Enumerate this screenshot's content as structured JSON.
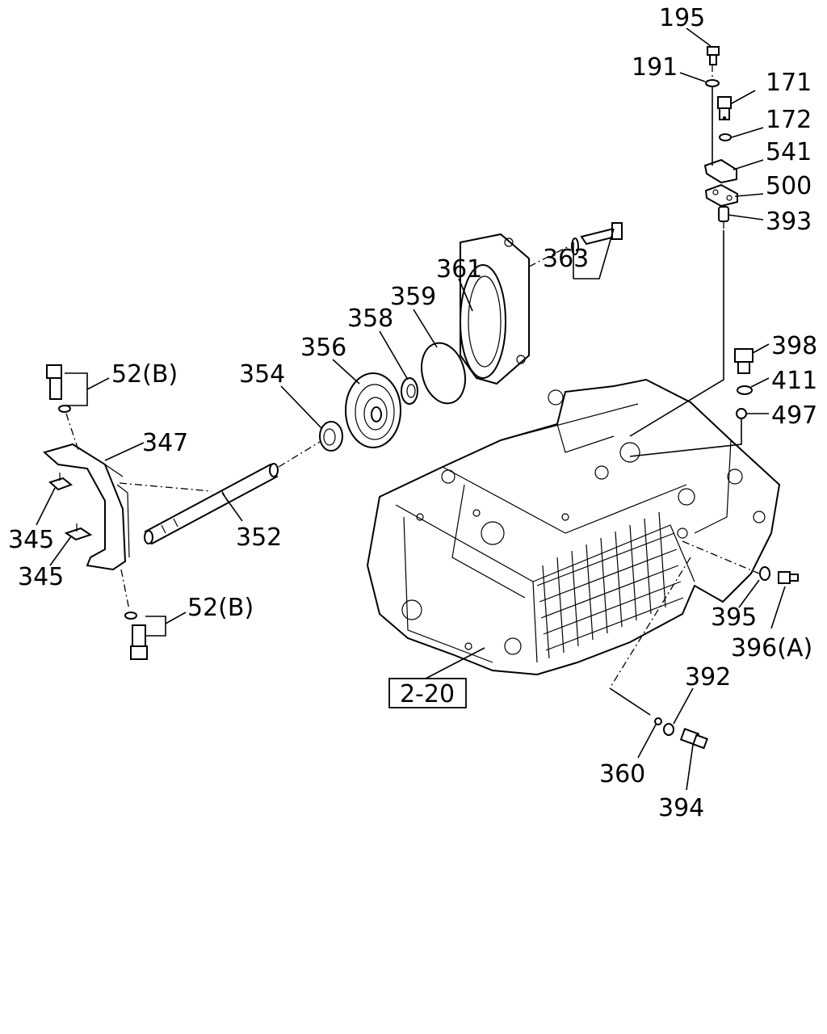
{
  "reference_box": "2-20",
  "labels": {
    "l195": "195",
    "l191": "191",
    "l171": "171",
    "l172": "172",
    "l541": "541",
    "l500": "500",
    "l393": "393",
    "l361": "361",
    "l363": "363",
    "l359": "359",
    "l358": "358",
    "l356": "356",
    "l354": "354",
    "l52a": "52(B)",
    "l347": "347",
    "l345a": "345",
    "l352": "352",
    "l345b": "345",
    "l52b": "52(B)",
    "l398": "398",
    "l411": "411",
    "l497": "497",
    "l395": "395",
    "l396": "396(A)",
    "l392": "392",
    "l360": "360",
    "l394": "394"
  }
}
